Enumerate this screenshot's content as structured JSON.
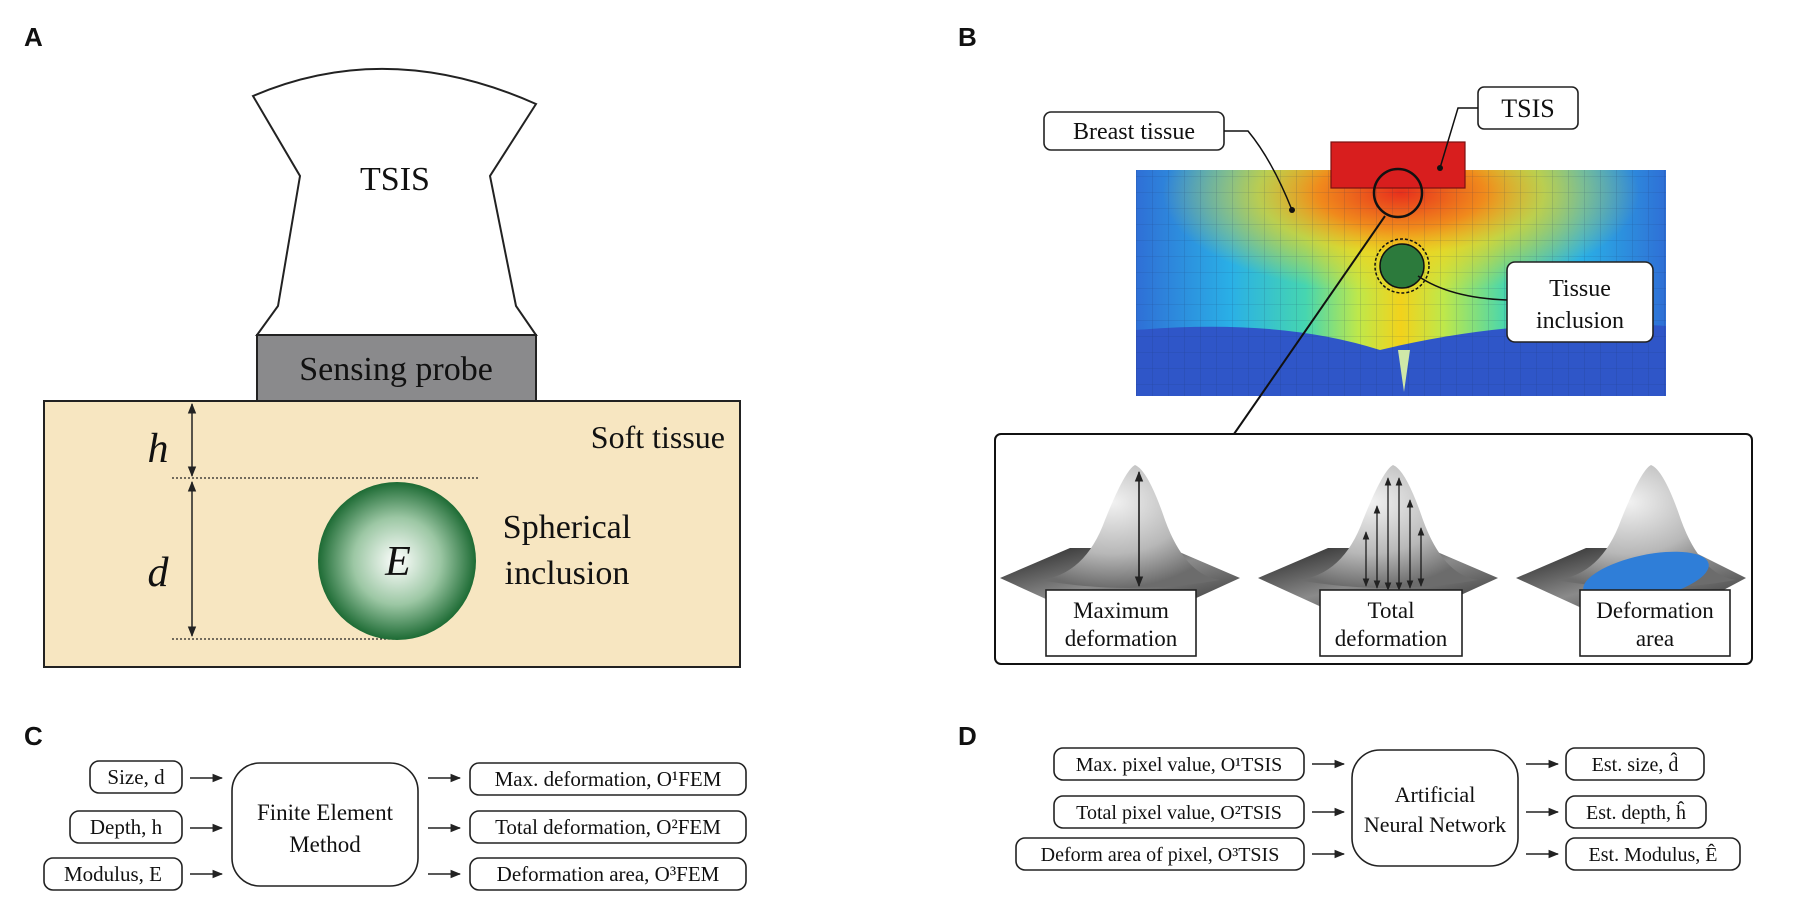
{
  "panels": {
    "a": {
      "letter": "A",
      "device_label": "TSIS",
      "probe_label": "Sensing probe",
      "tissue_label": "Soft tissue",
      "depth_symbol": "h",
      "size_symbol": "d",
      "modulus_symbol": "E",
      "inclusion_label_line1": "Spherical",
      "inclusion_label_line2": "inclusion",
      "colors": {
        "tissue": "#f7e6c1",
        "probe": "#8a8a8c",
        "inclusion": "#1d6b34"
      }
    },
    "b": {
      "letter": "B",
      "breast_tissue_label": "Breast tissue",
      "tsis_label": "TSIS",
      "tissue_inclusion_line1": "Tissue",
      "tissue_inclusion_line2": "inclusion",
      "features": [
        {
          "line1": "Maximum",
          "line2": "deformation"
        },
        {
          "line1": "Total",
          "line2": "deformation"
        },
        {
          "line1": "Deformation",
          "line2": "area"
        }
      ],
      "colors": {
        "probe": "#d81e1e",
        "deformation_area": "#2f7ed8"
      }
    },
    "c": {
      "letter": "C",
      "inputs": [
        "Size, d",
        "Depth, h",
        "Modulus, E"
      ],
      "process_line1": "Finite Element",
      "process_line2": "Method",
      "outputs": [
        "Max. deformation, O¹FEM",
        "Total deformation, O²FEM",
        "Deformation area, O³FEM"
      ]
    },
    "d": {
      "letter": "D",
      "inputs": [
        "Max. pixel value, O¹TSIS",
        "Total pixel value, O²TSIS",
        "Deform area of pixel, O³TSIS"
      ],
      "process_line1": "Artificial",
      "process_line2": "Neural Network",
      "outputs": [
        "Est. size, d̂",
        "Est. depth, ĥ",
        "Est. Modulus, Ê"
      ]
    }
  }
}
